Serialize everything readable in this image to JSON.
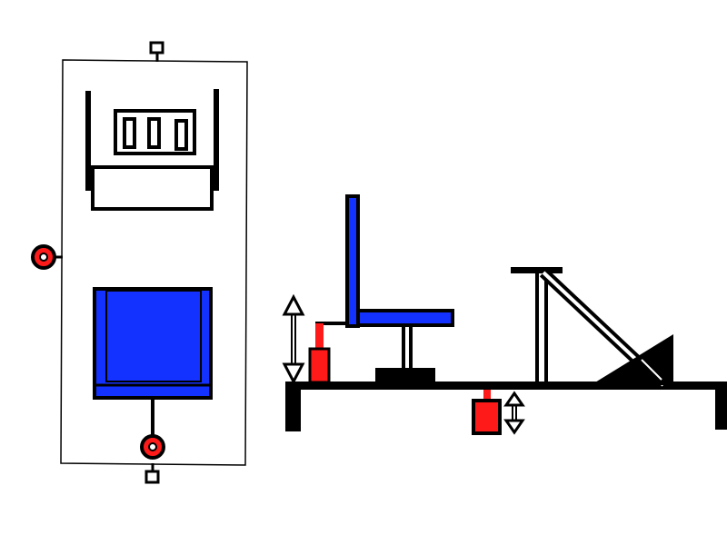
{
  "colors": {
    "outline": "#000000",
    "seat_blue": "#1432ff",
    "actuator_red": "#ff1a1a",
    "background": "#ffffff"
  },
  "top_view": {
    "components": [
      "mount-tab-top",
      "mount-tab-bottom",
      "pedal-bracket",
      "pedal-box",
      "seat",
      "seat-post",
      "steering-pivot",
      "rear-pivot"
    ]
  },
  "side_view": {
    "components": [
      "rail",
      "left-foot",
      "right-foot",
      "seat-back",
      "seat-base",
      "seat-post",
      "seat-slider",
      "seat-actuator",
      "rail-actuator",
      "steering-column",
      "steering-brace",
      "steering-handle",
      "pedal-wedge"
    ],
    "arrows": [
      "seat-height-arrow",
      "rail-height-arrow"
    ]
  }
}
